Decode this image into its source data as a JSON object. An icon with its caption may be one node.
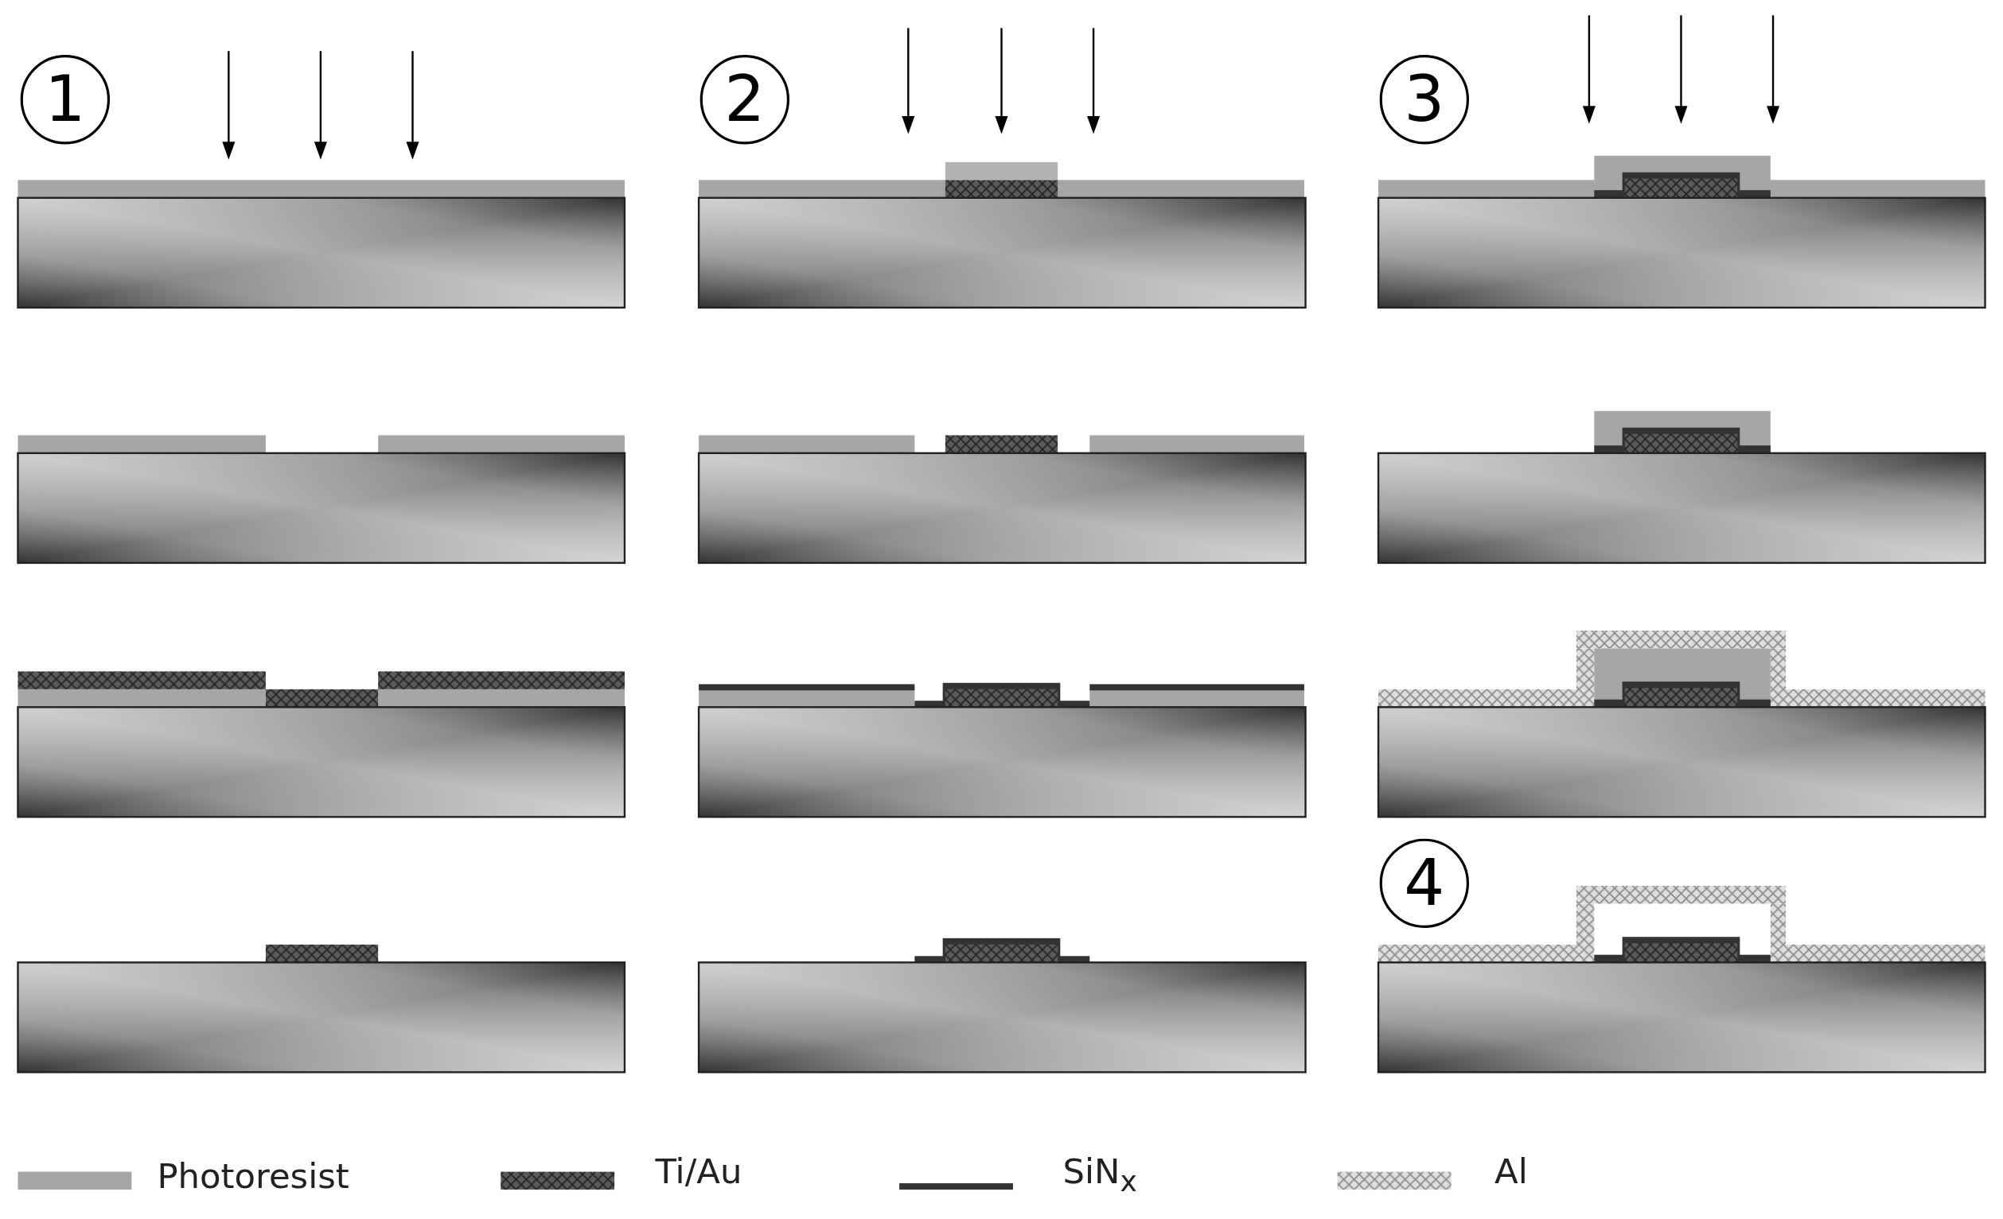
{
  "diagram": {
    "nodes": [
      {
        "text": [
          "1"
        ]
      },
      {
        "text": [
          "2"
        ]
      },
      {
        "text": [
          "3"
        ]
      },
      {
        "text": [
          "4"
        ]
      }
    ],
    "legend": [
      {
        "text": "Photoresist",
        "color": "#a6a6a6"
      },
      {
        "text": "Ti/Au"
      },
      {
        "text": "SiN$_{x}$"
      },
      {
        "text": "Al"
      }
    ]
  }
}
